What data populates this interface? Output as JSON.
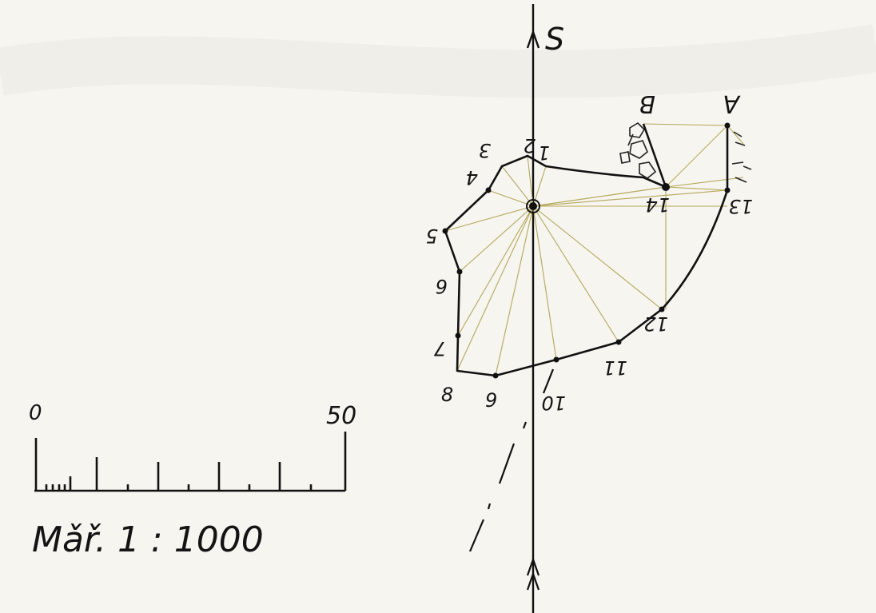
{
  "north_label": "S",
  "station_labels": {
    "s1": "1",
    "s2": "2",
    "s3": "3",
    "s4": "4",
    "s5": "5",
    "s6": "6",
    "s7": "7",
    "s8": "8",
    "s9": "9",
    "s10": "10",
    "s11": "11",
    "s12": "12",
    "s13": "13",
    "s14": "14"
  },
  "mark_a": "A",
  "mark_b": "B",
  "scale_bar": {
    "start": "0",
    "end": "50"
  },
  "scale_text": "Mǎř. 1 : 1000",
  "colors": {
    "paper": "#f6f5f0",
    "ink": "#111111",
    "sight_lines": "#b5a75a"
  }
}
